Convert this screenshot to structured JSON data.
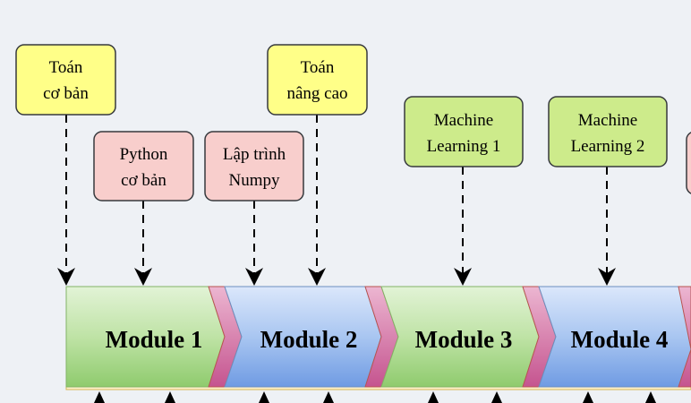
{
  "topics": [
    {
      "line1": "Toán",
      "line2": "cơ bản",
      "kind": "math"
    },
    {
      "line1": "Python",
      "line2": "cơ bản",
      "kind": "code"
    },
    {
      "line1": "Lập trình",
      "line2": "Numpy",
      "kind": "code"
    },
    {
      "line1": "Toán",
      "line2": "nâng cao",
      "kind": "math"
    },
    {
      "line1": "Machine",
      "line2": "Learning 1",
      "kind": "ml"
    },
    {
      "line1": "Machine",
      "line2": "Learning 2",
      "kind": "ml"
    }
  ],
  "modules": [
    {
      "label": "Module 1",
      "color": "green"
    },
    {
      "label": "Module 2",
      "color": "blue"
    },
    {
      "label": "Module 3",
      "color": "green"
    },
    {
      "label": "Module 4",
      "color": "blue"
    }
  ],
  "colors": {
    "math_fill": "#ffff88",
    "code_fill": "#f8cecc",
    "ml_fill": "#cdeb8b",
    "module_green": "#a9d98a",
    "module_blue": "#8db3ea",
    "chevron": "#cf6ea0",
    "bottom_strip": "#fff2cc",
    "background": "#eef1f5"
  }
}
